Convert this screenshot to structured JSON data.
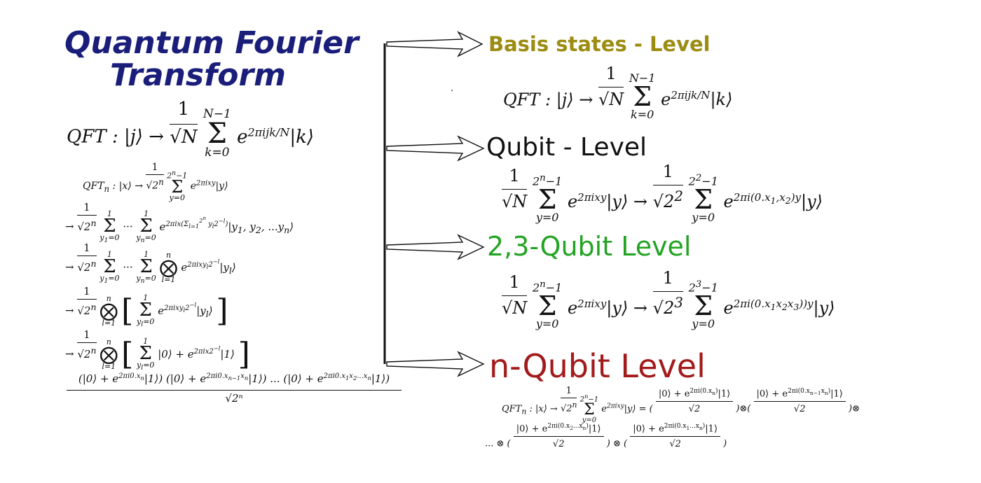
{
  "title": {
    "line1": "Quantum Fourier",
    "line2": "Transform"
  },
  "left": {
    "main_eq": "QFT : |j⟩ → (1/√N) Σ_{k=0}^{N−1} e^{2πijk/N} |k⟩",
    "steps": [
      "QFT_n : |x⟩ → (1/√2ⁿ) Σ_{y=0}^{2ⁿ−1} e^{2πixy} |y⟩",
      "→ (1/√2ⁿ) Σ_{y₁=0}^{1} ··· Σ_{yₙ=0}^{1} e^{2πix(Σ_{l=1}^{2ⁿ} y_l 2^{−l})} |y₁, y₂, ...yₙ⟩",
      "→ (1/√2ⁿ) Σ_{y₁=0}^{1} ··· Σ_{yₙ=0}^{1} ⊗_{l=1}^{n} e^{2πixy_l 2^{−l}} |y_l⟩",
      "→ (1/√2ⁿ) ⊗_{l=1}^{n} [ Σ_{y_l=0}^{1} e^{2πixy_l 2^{−l}} |y_l⟩ ]",
      "→ (1/√2ⁿ) ⊗_{l=1}^{n} [ Σ_{y_l=0}^{1} |0⟩ + e^{2πix2^{−l}} |1⟩ ]"
    ],
    "final_num": "(|0⟩ + e^{2πi0.xₙ}|1⟩) (|0⟩ + e^{2πi0.xₙ₋₁xₙ}|1⟩) ... (|0⟩ + e^{2πi0.x₁x₂...xₙ}|1⟩)",
    "final_den": "√2ⁿ"
  },
  "levels": [
    {
      "heading": "Basis states - Level",
      "color": "#9c8c12",
      "equation": "QFT : |j⟩ → (1/√N) Σ_{k=0}^{N−1} e^{2πijk/N} |k⟩"
    },
    {
      "heading": "Qubit - Level",
      "color": "#111111",
      "equation": "(1/√N) Σ_{y=0}^{2ⁿ−1} e^{2πixy} |y⟩ → (1/√2²) Σ_{y=0}^{2²−1} e^{2πi(0.x₁,x₂)y} |y⟩"
    },
    {
      "heading": "2,3-Qubit Level",
      "color": "#23a323",
      "equation": "(1/√N) Σ_{y=0}^{2ⁿ−1} e^{2πixy} |y⟩ → (1/√2³) Σ_{y=0}^{2³−1} e^{2πi(0.x₁x₂x₃))y} |y⟩"
    },
    {
      "heading": "n-Qubit Level",
      "color": "#a31a1a",
      "equation_line1": "QFT_n : |x⟩ → (1/√2ⁿ) Σ_{y=0}^{2ⁿ−1} e^{2πixy} |y⟩ = ((|0⟩ + e^{2πi(0.xₙ)}|1⟩)/√2) ⊗ ((|0⟩ + e^{2πi(0.xₙ₋₁xₙ)}|1⟩)/√2) ⊗",
      "equation_line2": "... ⊗ ((|0⟩ + e^{2πi(0.x₂...xₙ)}|1⟩)/√2) ⊗ ((|0⟩ + e^{2πi(0.x₁...xₙ)}|1⟩)/√2)"
    }
  ]
}
